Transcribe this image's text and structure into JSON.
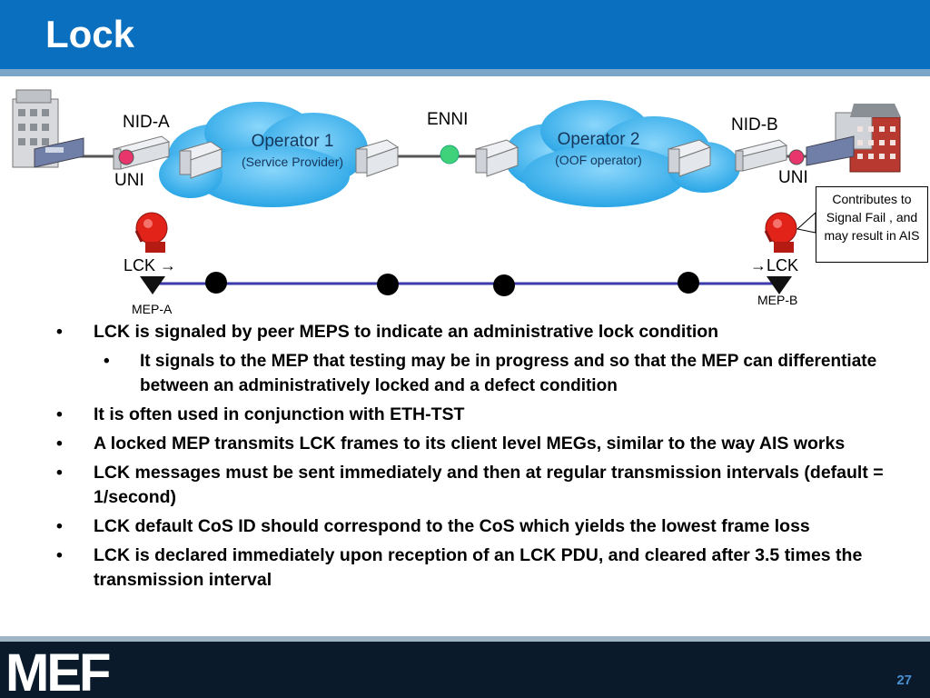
{
  "slide": {
    "title": "Lock",
    "page_number": "27"
  },
  "diagram": {
    "nid_a": "NID-A",
    "nid_b": "NID-B",
    "uni_left": "UNI",
    "uni_right": "UNI",
    "enni": "ENNI",
    "operator1_name": "Operator 1",
    "operator1_role": "(Service Provider)",
    "operator2_name": "Operator 2",
    "operator2_role": "(OOF operator)",
    "lck_left": "LCK →",
    "lck_right": "→LCK",
    "mep_a": "MEP-A",
    "mep_b": "MEP-B",
    "callout": "Contributes to Signal Fail , and may result in AIS"
  },
  "bullets": [
    {
      "level": 1,
      "text": "LCK is signaled by peer MEPS to indicate an administrative lock condition"
    },
    {
      "level": 2,
      "text": "It signals to the MEP that testing may be in progress and so that the MEP can differentiate between an administratively locked and a defect condition"
    },
    {
      "level": 1,
      "text": "It is often used in conjunction with ETH-TST"
    },
    {
      "level": 1,
      "text": "A locked MEP transmits LCK frames to its client level MEGs, similar to the way AIS works"
    },
    {
      "level": 1,
      "text": "LCK messages must be sent immediately and then at regular transmission intervals (default = 1/second)"
    },
    {
      "level": 1,
      "text": "LCK default CoS ID should correspond to the CoS which yields the lowest frame loss"
    },
    {
      "level": 1,
      "text": "LCK is declared immediately upon reception of an LCK PDU, and cleared after 3.5 times the transmission interval"
    }
  ],
  "footer": {
    "logo_text": "MEF"
  },
  "colors": {
    "header_blue": "#0a6fbf",
    "cloud_blue": "#3fb3ea",
    "footer_dark": "#0a1a2b",
    "mep_line": "#3a3aa8"
  }
}
